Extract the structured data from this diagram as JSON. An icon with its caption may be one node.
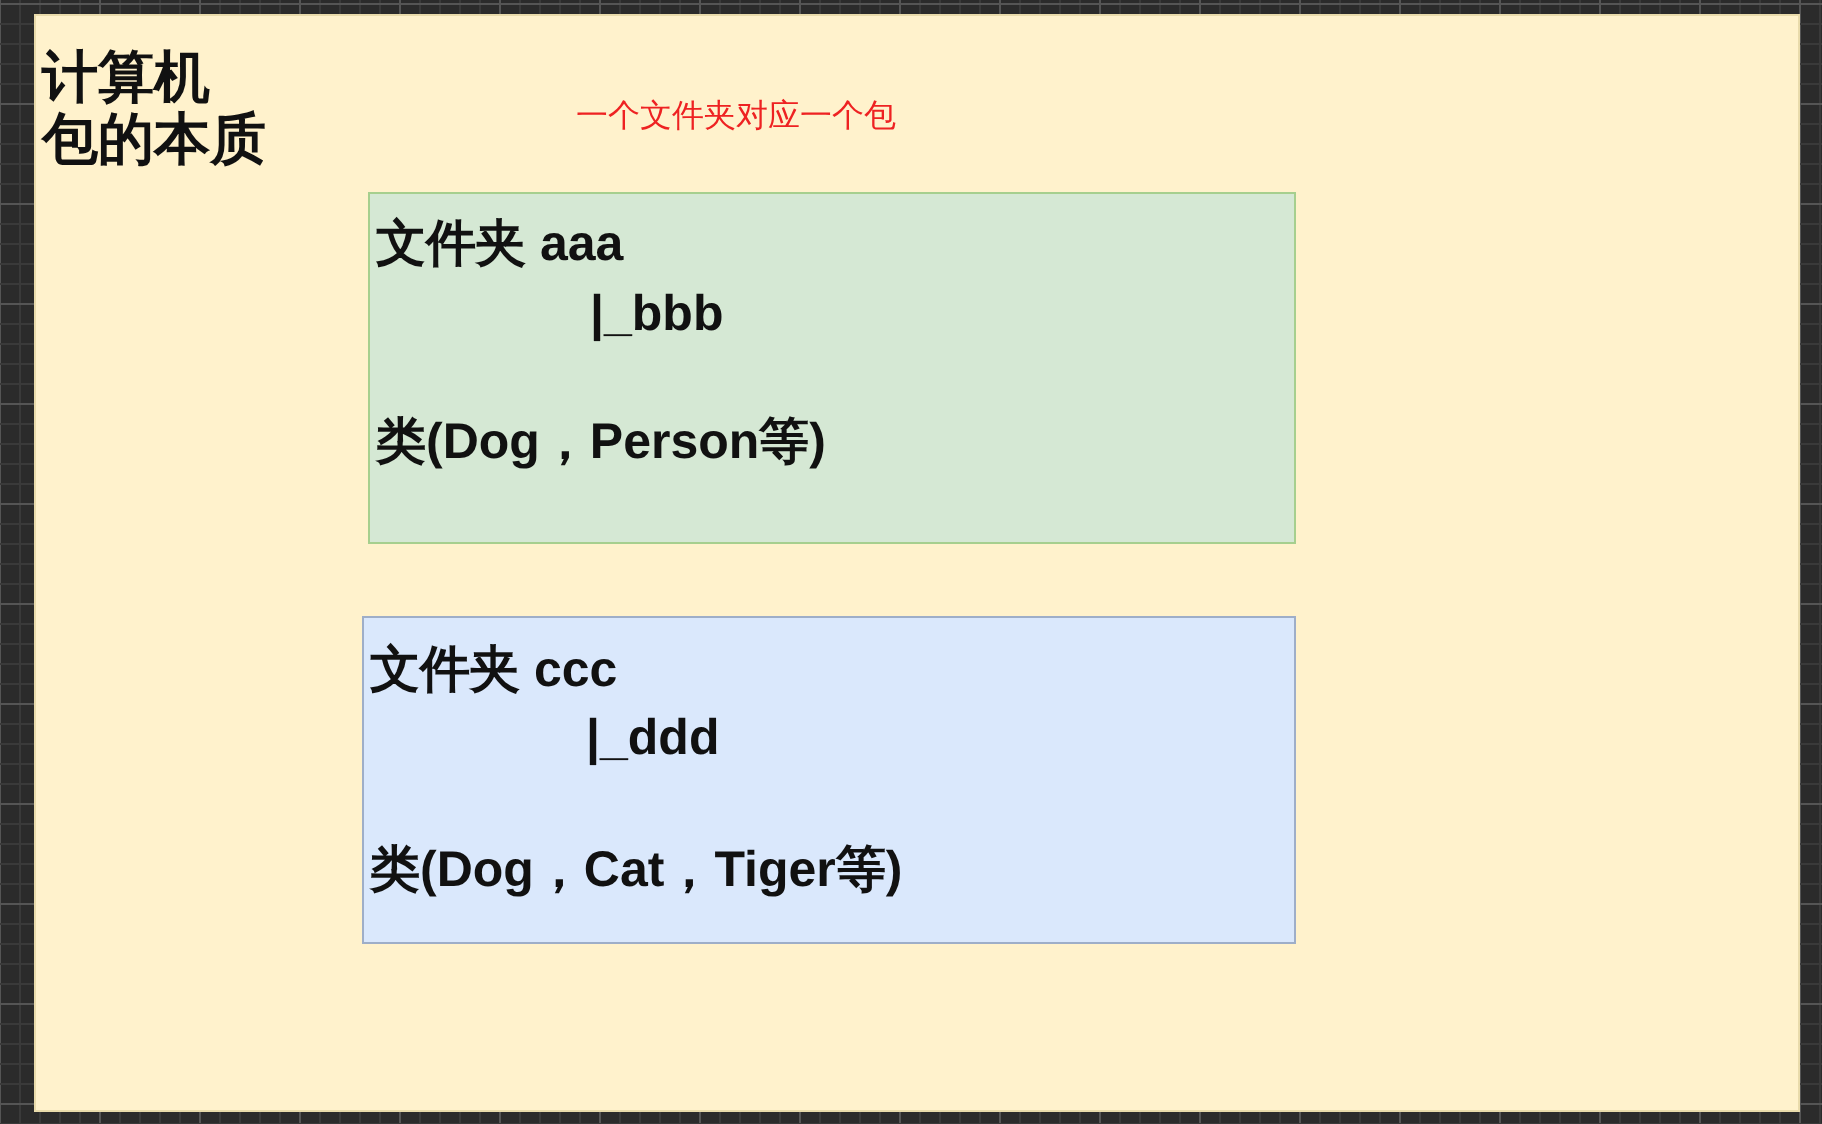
{
  "diagram": {
    "nodes": [
      {
        "text": [
          "计算机",
          "包的本质"
        ]
      },
      {
        "text": [
          "文件夹 aaa",
          "|_bbb",
          "类(Dog，Person等)"
        ],
        "in": 0
      },
      {
        "text": [
          "文件夹 ccc",
          "|_ddd",
          "类(Dog，Cat，Tiger等)"
        ],
        "in": 0
      }
    ],
    "labels": [
      "一个文件夹对应一个包"
    ]
  }
}
